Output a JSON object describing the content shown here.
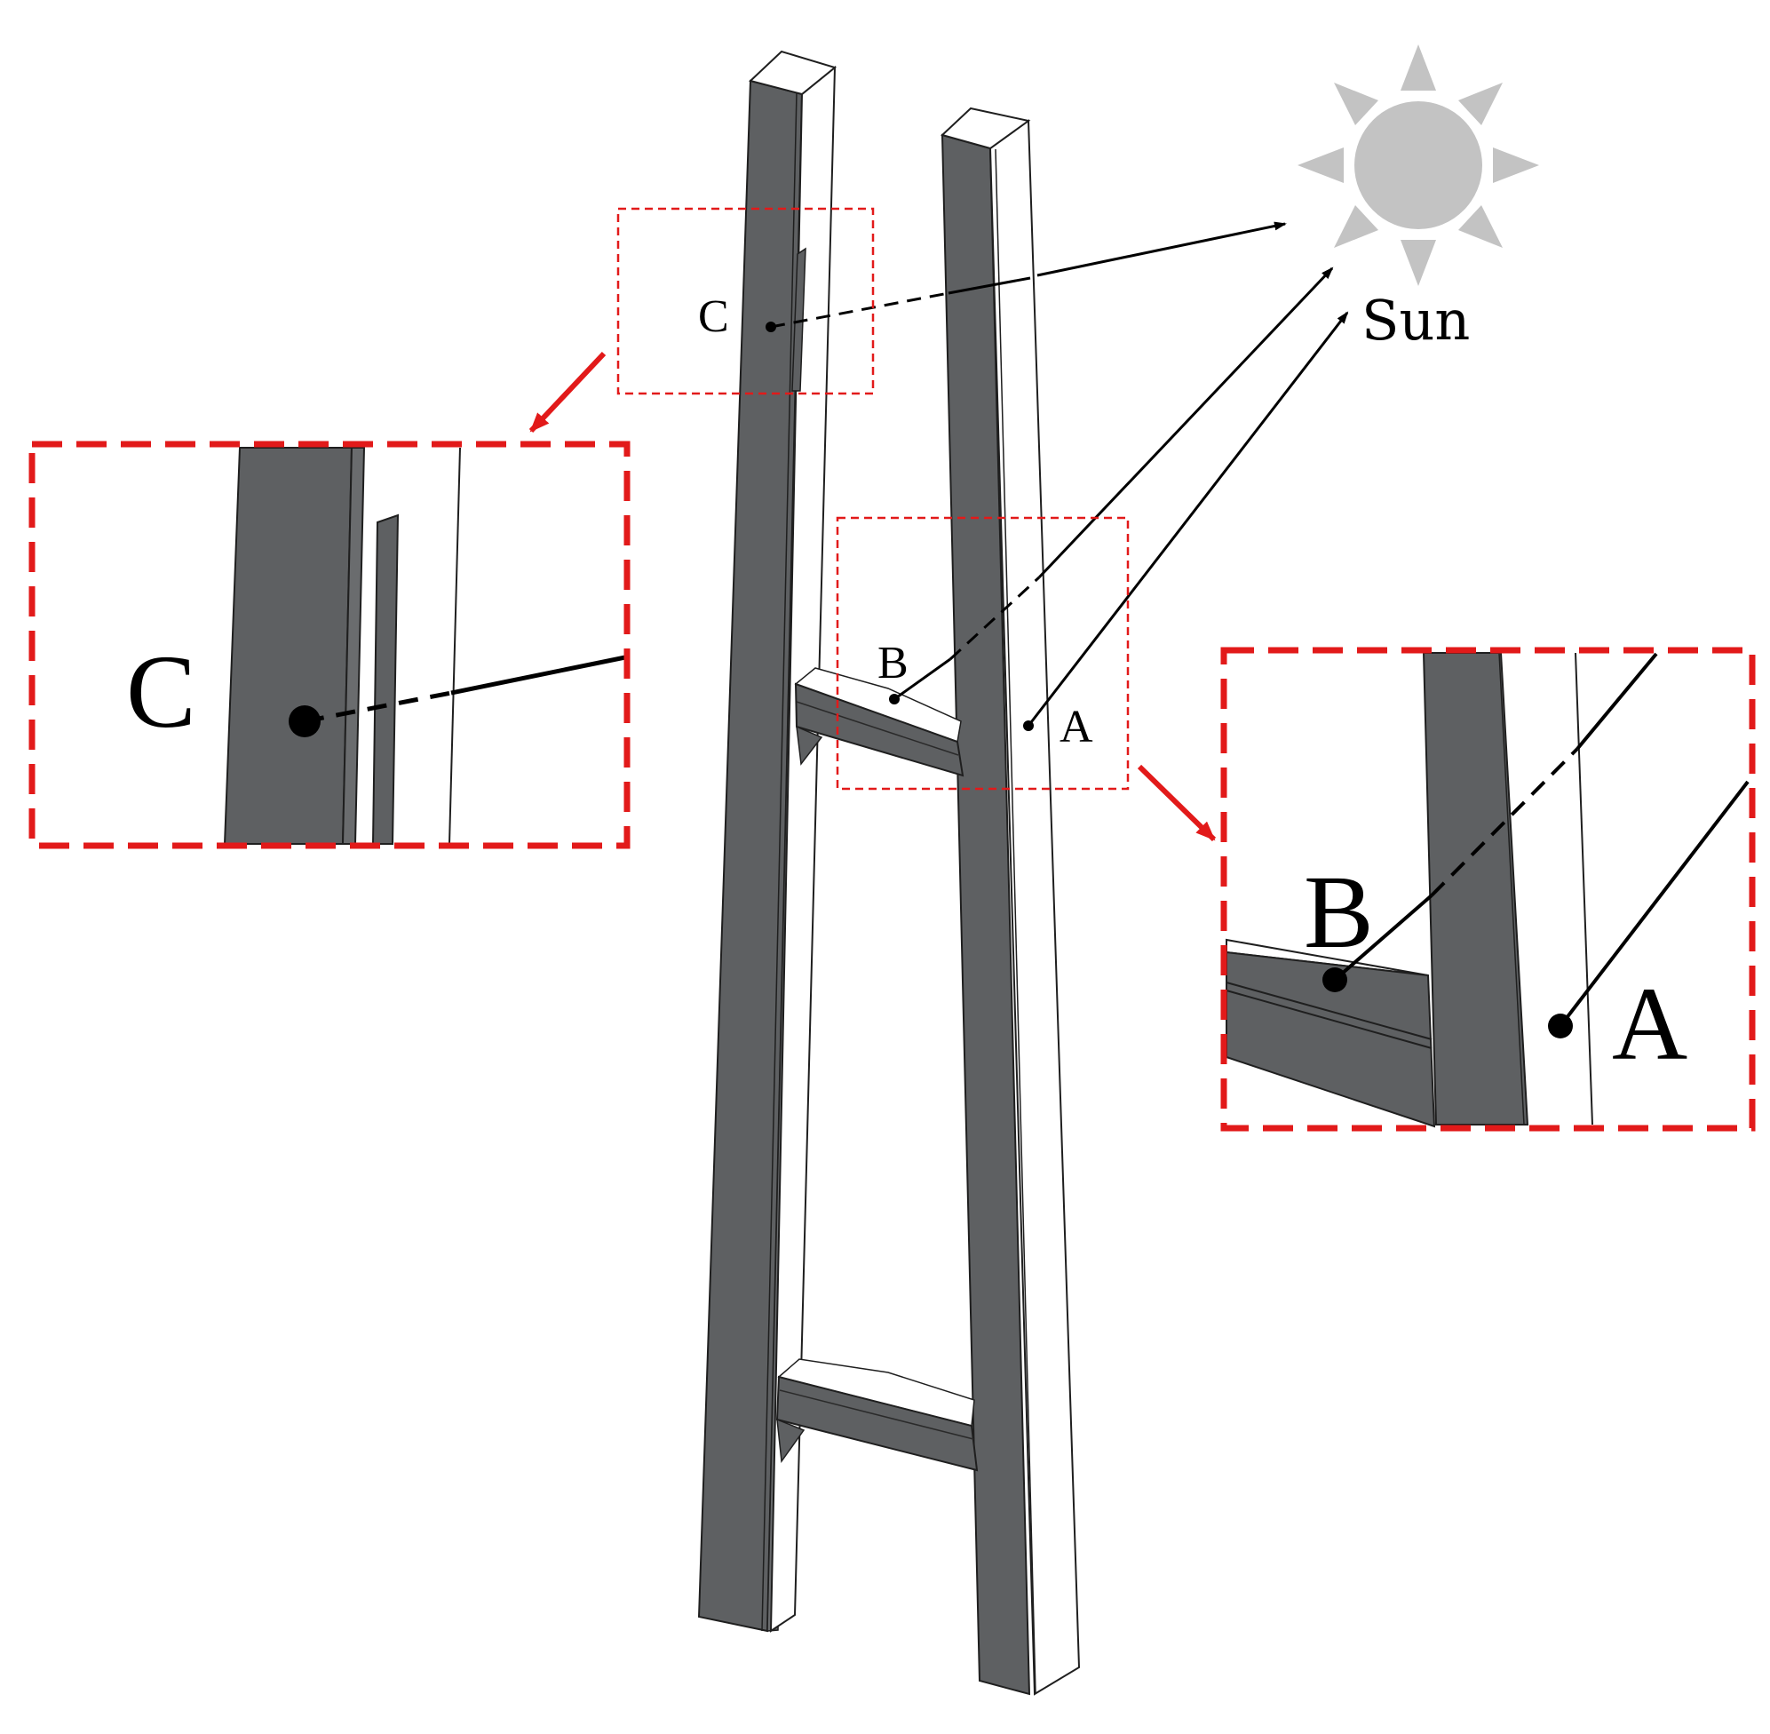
{
  "colors": {
    "shaded_face": "#5e6062",
    "lit_face": "#ffffff",
    "outline": "#1f1f1f",
    "sun": "#c3c3c3",
    "highlight_box": "#e21a1a",
    "ray": "#000000"
  },
  "labels": {
    "sun": "Sun",
    "point_a": "A",
    "point_b": "B",
    "point_c": "C",
    "zoom_c_label": "C",
    "zoom_ab_label_b": "B",
    "zoom_ab_label_a": "A"
  },
  "icons": {
    "sun": "sun-icon"
  }
}
